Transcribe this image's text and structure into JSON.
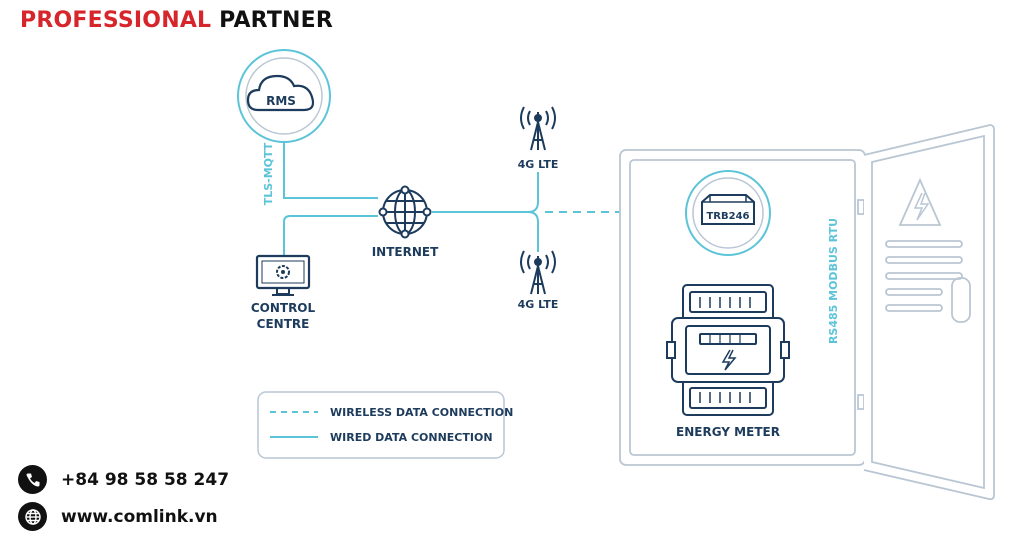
{
  "header": {
    "brand_red": "PROFESSIONAL",
    "brand_dark": "PARTNER"
  },
  "diagram": {
    "rms": "RMS",
    "tls_mqtt": "TLS-MQTT",
    "internet": "INTERNET",
    "control_line1": "CONTROL",
    "control_line2": "CENTRE",
    "lte_top": "4G LTE",
    "lte_bottom": "4G LTE",
    "router": "TRB246",
    "rs485": "RS485 MODBUS RTU",
    "energy_meter": "ENERGY METER",
    "legend_wireless": "WIRELESS DATA CONNECTION",
    "legend_wired": "WIRED DATA CONNECTION"
  },
  "contact": {
    "phone": "+84 98 58 58 247",
    "website": "www.comlink.vn"
  },
  "colors": {
    "accent_red": "#d7262b",
    "navy": "#1d3b5c",
    "cyan": "#5cc4d8",
    "light_outline": "#b9c6d3"
  }
}
